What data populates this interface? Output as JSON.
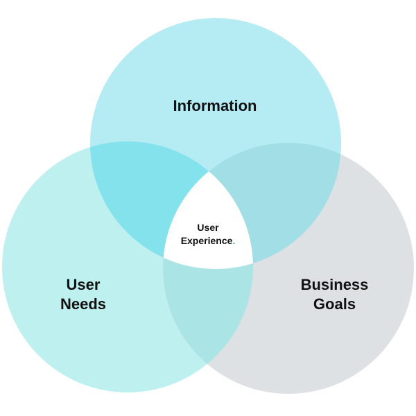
{
  "circles": {
    "information": {
      "label": "Information",
      "color": "#b5ebf2"
    },
    "user_needs": {
      "label_line1": "User",
      "label_line2": "Needs",
      "color": "#bff0f0"
    },
    "business_goals": {
      "label_line1": "Business",
      "label_line2": "Goals",
      "color": "#dde1e3"
    }
  },
  "intersections": {
    "info_needs_color": "#83e2eb",
    "info_goals_color": "#a2dee6",
    "needs_goals_color": "#aae4e4"
  },
  "center": {
    "label_line1": "User",
    "label_line2": "Experience",
    "accent_dot": ".",
    "accent_color": "#3fb9cf",
    "fill": "#ffffff"
  }
}
